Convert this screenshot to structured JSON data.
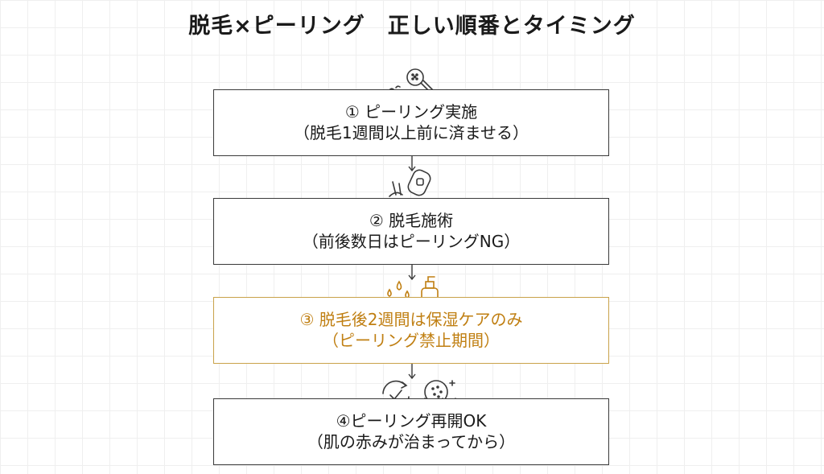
{
  "title": "脱毛×ピーリング　正しい順番とタイミング",
  "steps": [
    {
      "line1": "① ピーリング実施",
      "line2": "（脱毛1週間以上前に済ませる）",
      "icon": "peeling-brush-icon"
    },
    {
      "line1": "② 脱毛施術",
      "line2": "（前後数日はピーリングNG）",
      "icon": "epilator-icon"
    },
    {
      "line1": "③ 脱毛後2週間は保湿ケアのみ",
      "line2": "（ピーリング禁止期間）",
      "icon": "moisturizer-bottle-icon",
      "highlight": true
    },
    {
      "line1": "④ピーリング再開OK",
      "line2": "（肌の赤みが治まってから）",
      "icon": "cleansing-sponge-icon"
    }
  ],
  "colors": {
    "accent": "#c07f12",
    "accent_border": "#c9a24a",
    "text": "#1a1a1a"
  }
}
